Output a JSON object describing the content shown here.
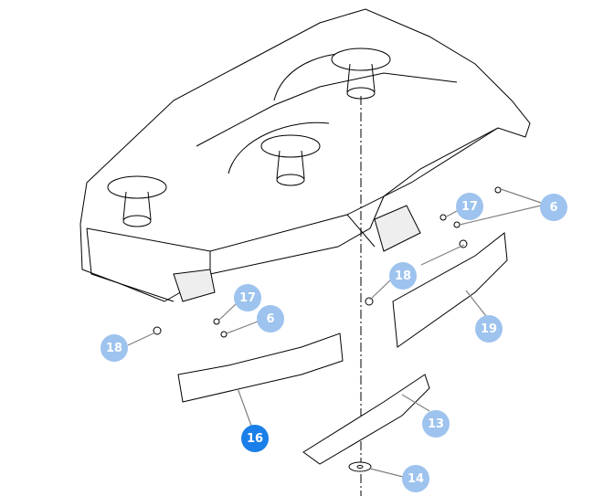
{
  "colors": {
    "callout": "#9dc3ee",
    "callout_active": "#1a7fe8",
    "leader": "#808080",
    "line": "#000000"
  },
  "callouts": [
    {
      "label": "17",
      "state": "normal"
    },
    {
      "label": "6",
      "state": "normal"
    },
    {
      "label": "18",
      "state": "normal"
    },
    {
      "label": "17",
      "state": "normal"
    },
    {
      "label": "6",
      "state": "normal"
    },
    {
      "label": "18",
      "state": "normal"
    },
    {
      "label": "19",
      "state": "normal"
    },
    {
      "label": "13",
      "state": "normal"
    },
    {
      "label": "16",
      "state": "selected"
    },
    {
      "label": "14",
      "state": "normal"
    }
  ]
}
